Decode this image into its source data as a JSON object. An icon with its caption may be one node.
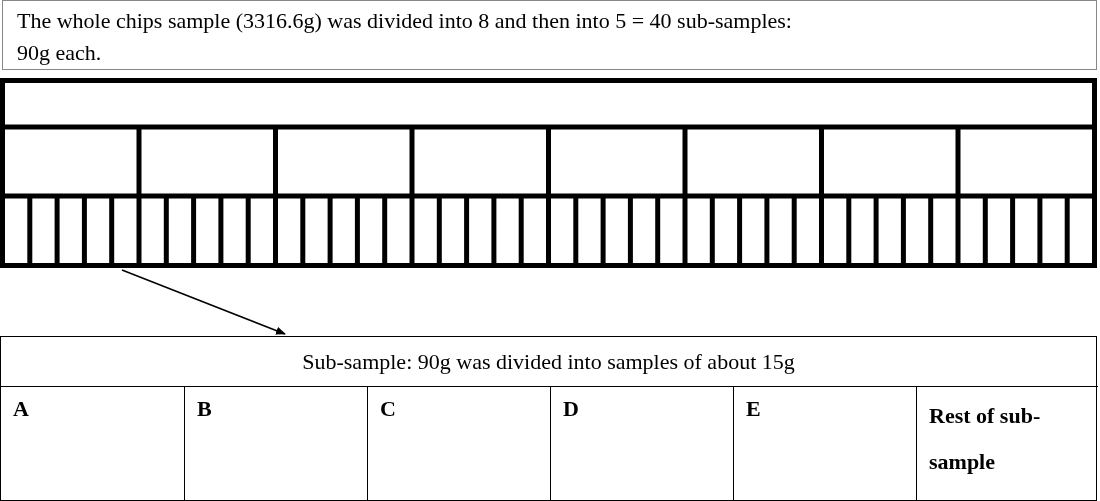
{
  "diagram": {
    "nodes": [
      {
        "text": [
          "The whole chips sample (3316.6g) was divided into 8 and then into 5 = 40 sub-samples: 90g each."
        ]
      },
      {
        "text": [],
        "shape": "box"
      },
      {
        "text": [
          "Sub-sample: 90g was divided into samples of about 15g"
        ]
      },
      {
        "text": [
          "A"
        ],
        "in": 2
      },
      {
        "text": [
          "B"
        ],
        "in": 2
      },
      {
        "text": [
          "C"
        ],
        "in": 2
      },
      {
        "text": [
          "D"
        ],
        "in": 2
      },
      {
        "text": [
          "E"
        ],
        "in": 2
      },
      {
        "text": [
          "Rest of sub-sample"
        ],
        "in": 2
      }
    ],
    "edges": [
      {
        "from": 1,
        "to": 2,
        "arrow": "to"
      }
    ]
  }
}
